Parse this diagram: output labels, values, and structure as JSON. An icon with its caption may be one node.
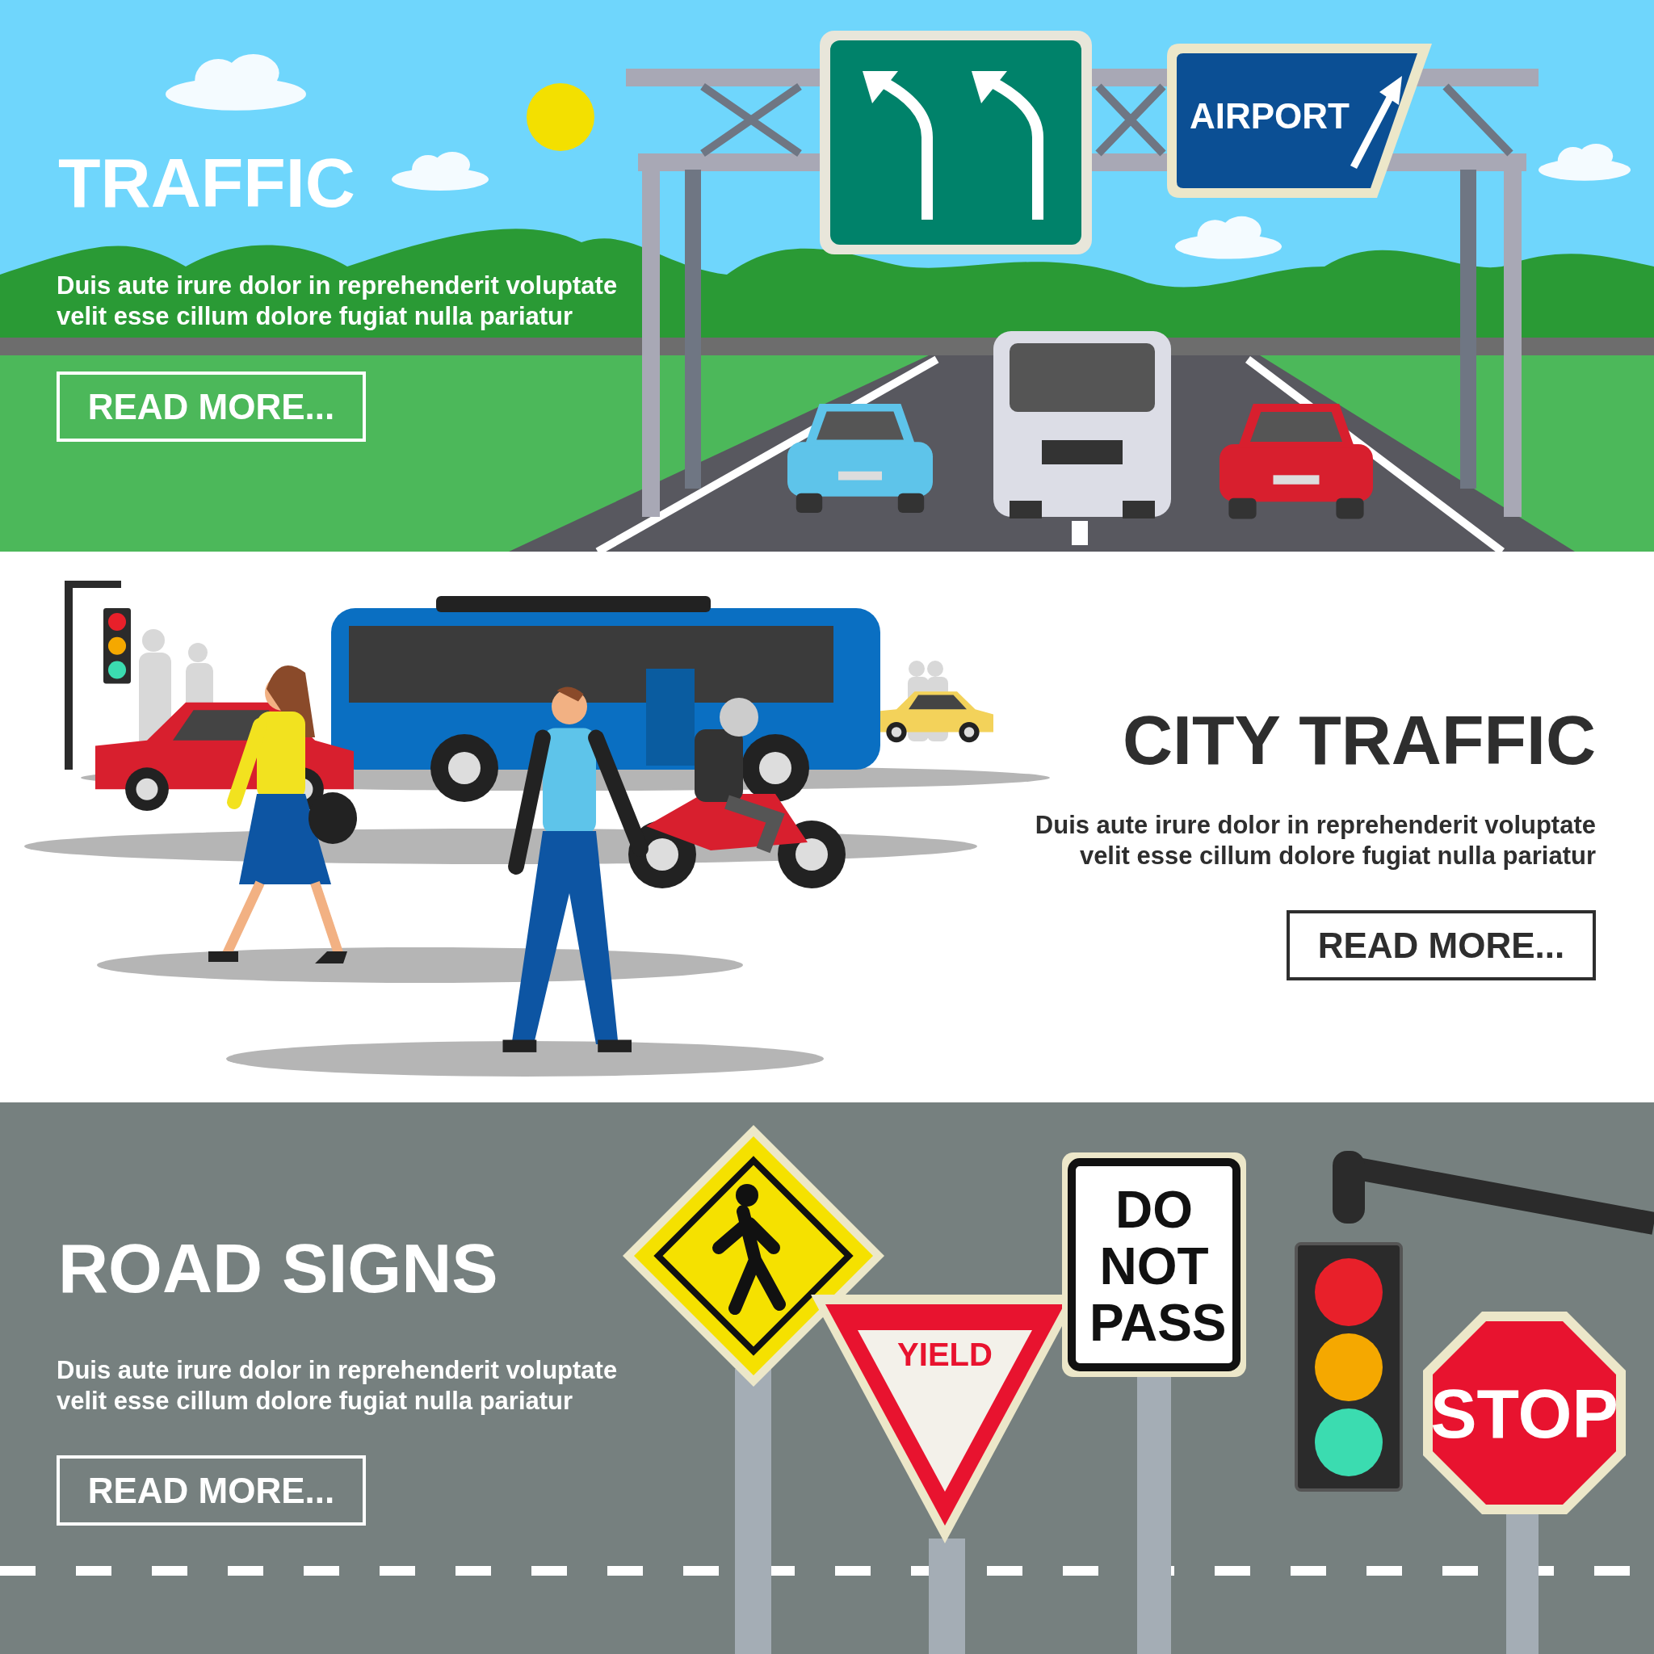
{
  "diagram": {
    "nodes": [
      {
        "text": [
          "TRAFFIC",
          "Duis aute irure dolor in reprehenderit voluptate velit esse cillum dolore fugiat nulla pariatur"
        ]
      },
      {
        "text": [
          "READ MORE..."
        ],
        "in": 0
      },
      {
        "text": [
          "AIRPORT"
        ],
        "in": 0
      },
      {
        "text": [
          "CITY TRAFFIC",
          "Duis aute irure dolor in reprehenderit voluptate velit esse cillum dolore fugiat nulla pariatur"
        ]
      },
      {
        "text": [
          "READ MORE..."
        ],
        "in": 3
      },
      {
        "text": [
          "ROAD SIGNS",
          "Duis aute irure dolor in reprehenderit voluptate velit esse cillum dolore fugiat nulla pariatur"
        ]
      },
      {
        "text": [
          "READ MORE..."
        ],
        "in": 5
      },
      {
        "text": [
          "YIELD"
        ],
        "in": 5
      },
      {
        "text": [
          "DO NOT PASS"
        ],
        "in": 5
      },
      {
        "text": [
          "STOP"
        ],
        "in": 5
      }
    ]
  }
}
